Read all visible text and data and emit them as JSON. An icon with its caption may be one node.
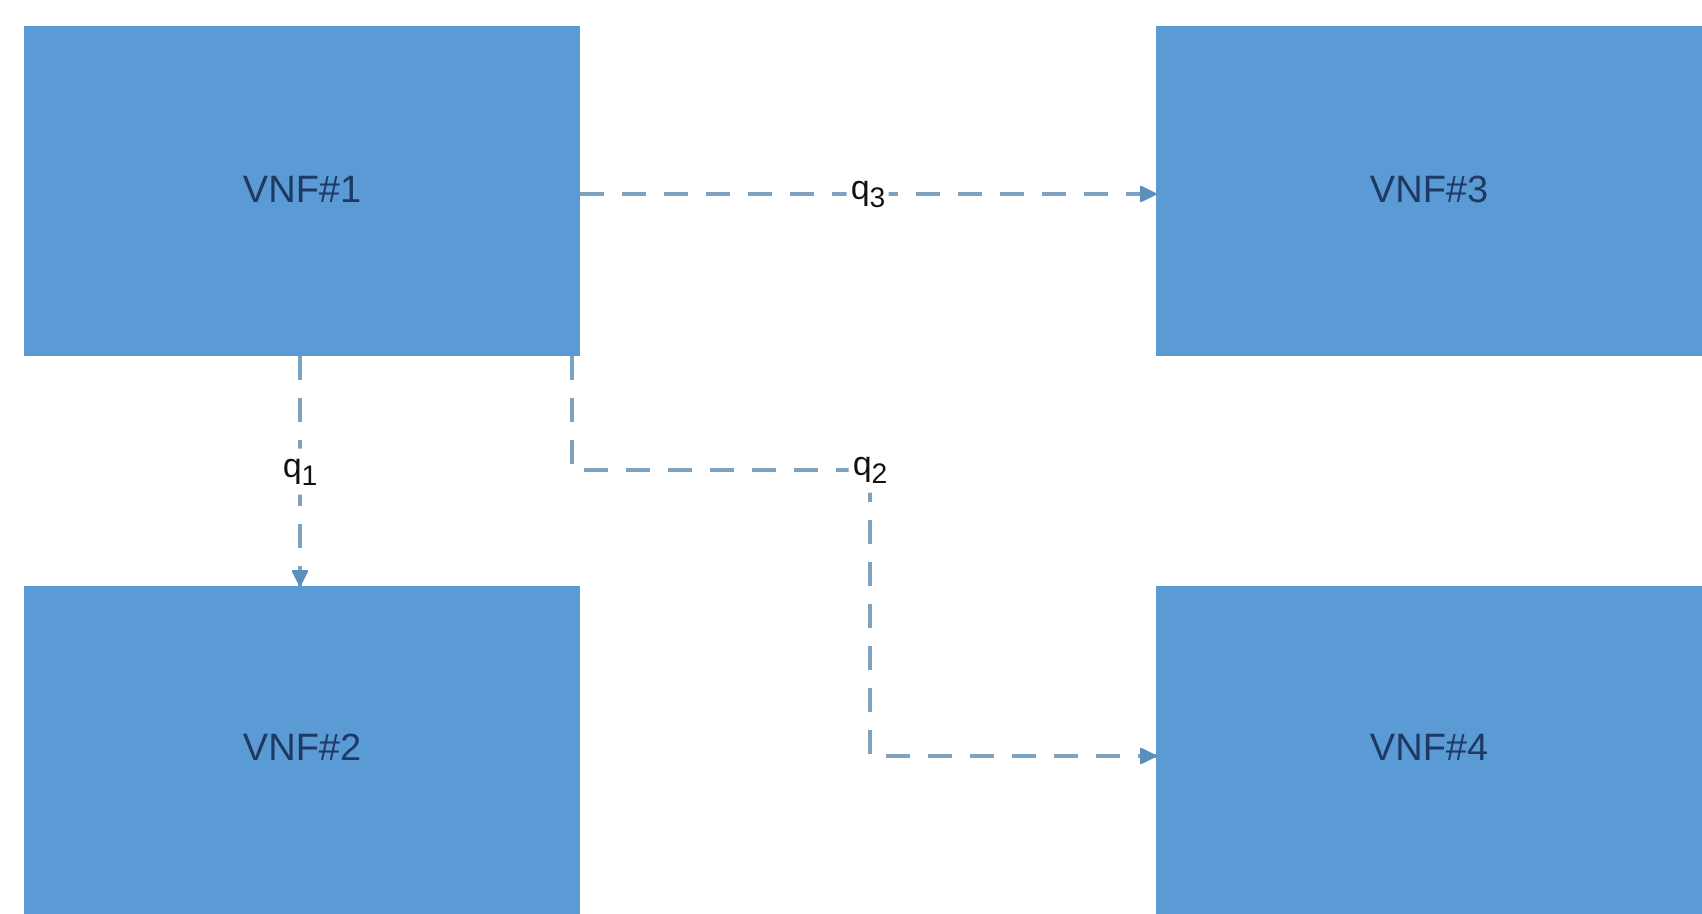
{
  "diagram": {
    "nodes": [
      {
        "text": [
          "VNF#1"
        ]
      },
      {
        "text": [
          "VNF#3"
        ]
      },
      {
        "text": [
          "VNF#2"
        ]
      },
      {
        "text": [
          "VNF#4"
        ]
      }
    ],
    "edges": [
      {
        "from": 0,
        "to": 2,
        "arrow": "to",
        "label": "q$_{1}$",
        "style": "dashed"
      },
      {
        "from": 0,
        "to": 3,
        "arrow": "to",
        "label": "q$_{2}$",
        "style": "dashed"
      },
      {
        "from": 0,
        "to": 1,
        "arrow": "to",
        "label": "q$_{3}$",
        "style": "dashed"
      }
    ]
  }
}
